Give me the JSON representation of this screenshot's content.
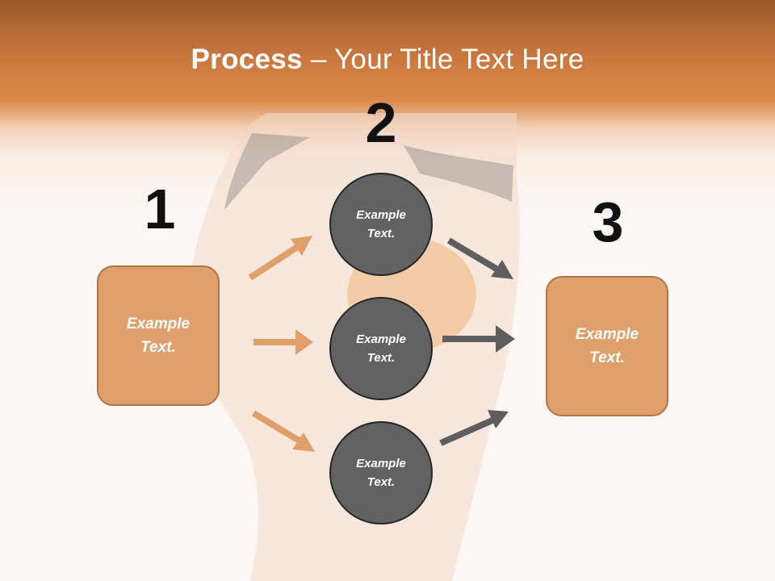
{
  "slide": {
    "title_bold": "Process",
    "title_rest": " – Your Title Text Here"
  },
  "steps": {
    "step1_number": "1",
    "step2_number": "2",
    "step3_number": "3"
  },
  "boxes": {
    "left_text": "Example\nText.",
    "right_text": "Example\nText."
  },
  "circles": {
    "top_text": "Example\nText.",
    "middle_text": "Example\nText.",
    "bottom_text": "Example\nText."
  },
  "colors": {
    "header_orange": "#dc8a4c",
    "box_fill": "#e0a06b",
    "box_border": "#b07446",
    "circle_fill": "#636262",
    "arrow_orange": "#e0a06b",
    "arrow_gray": "#5e5e5e"
  }
}
